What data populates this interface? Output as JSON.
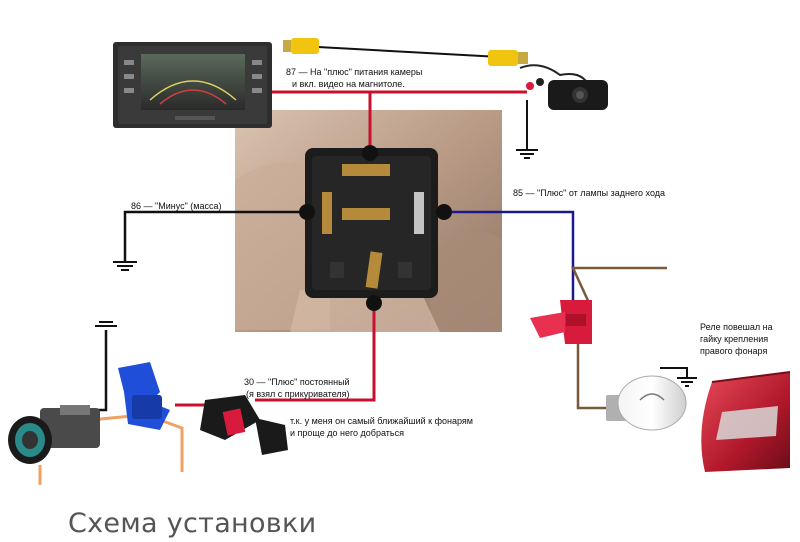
{
  "labels": {
    "pin87_line1": "87 — На \"плюс\" питания камеры",
    "pin87_line2": "и вкл. видео на магнитоле.",
    "pin86": "86 — \"Минус\" (масса)",
    "pin85": "85 — \"Плюс\" от лампы заднего хода",
    "pin30_line1": "30 — \"Плюс\" постоянный",
    "pin30_line2": "(я взял с прикуривателя)",
    "note_line1": "т.к. у меня он самый ближайший к фонарям",
    "note_line2": "и проще до него добраться",
    "relay_line1": "Реле повешал на",
    "relay_line2": "гайку крепления",
    "relay_line3": "правого фонаря"
  },
  "title": "Схема установки",
  "colors": {
    "wire_red": "#c8102e",
    "wire_black": "#111111",
    "wire_blue": "#1a1a8c",
    "wire_brown": "#7a5a3a",
    "wire_orange": "#f0a060",
    "connector_blue": "#1f4fd8",
    "connector_red": "#d81b3c",
    "lamp_red": "#b0182a"
  }
}
